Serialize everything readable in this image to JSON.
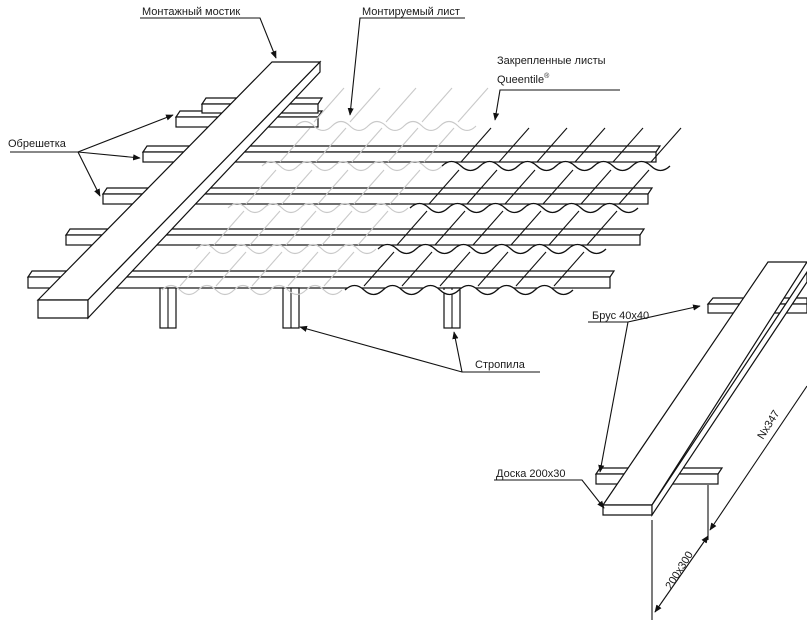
{
  "labels": {
    "bridge": "Монтажный мостик",
    "mounted_sheet": "Монтируемый лист",
    "fixed_sheets_line1": "Закрепленные листы",
    "fixed_sheets_line2": "Queentile",
    "fixed_sheets_mark": "®",
    "battens": "Обрешетка",
    "rafters": "Стропила",
    "beam": "Брус 40х40",
    "board": "Доска 200х30",
    "dim_length": "Nх347",
    "dim_step": "200х300"
  }
}
